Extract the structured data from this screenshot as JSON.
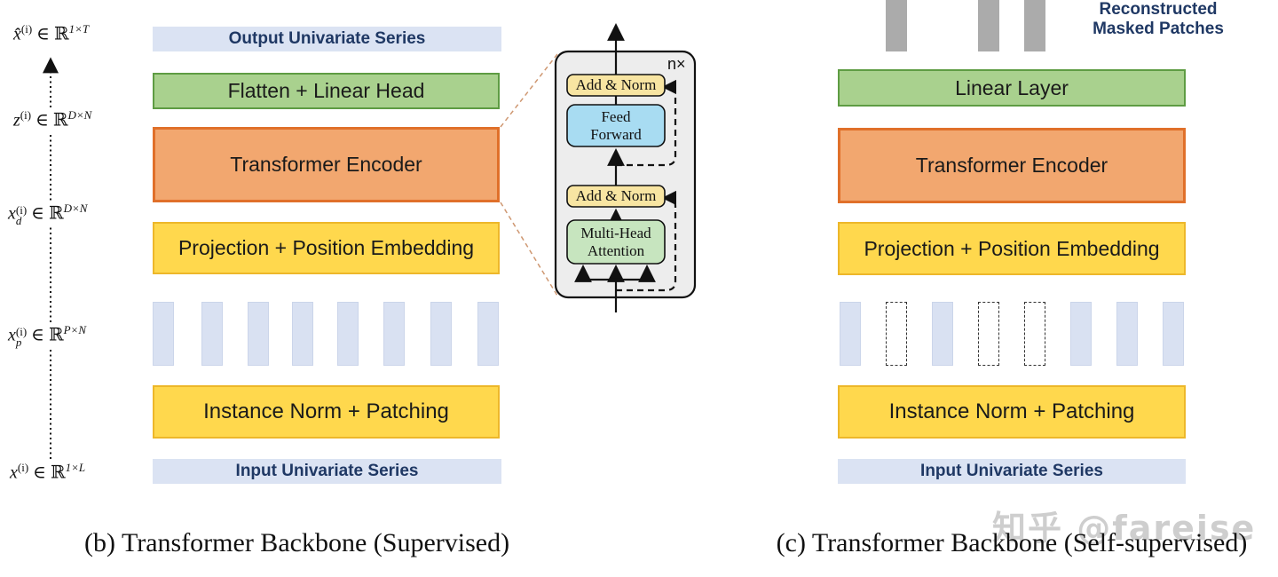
{
  "colors": {
    "lavender_fill": "#dbe3f3",
    "navy_text": "#1f3864",
    "green_fill": "#a9d18e",
    "green_border": "#5e9c43",
    "orange_fill": "#f2a76f",
    "orange_border": "#e0702a",
    "yellow_fill": "#ffd84d",
    "yellow_border": "#edb72a",
    "patch_fill": "#d9e1f2",
    "gray_bar": "#ababab",
    "detail_box_fill": "#ededed",
    "add_norm_fill": "#f8e5a2",
    "feed_forward_fill": "#a8dcf2",
    "attention_fill": "#c7e5bf",
    "watermark_gray": "#c6c6c6",
    "zoom_line": "#cf9872"
  },
  "left": {
    "caption": "(b) Transformer Backbone (Supervised)",
    "math_labels": [
      {
        "v": "x̂",
        "i": "(i)",
        "d": "",
        "elem": "∈ ℝ",
        "dim": "1×T"
      },
      {
        "v": "z",
        "i": "(i)",
        "d": "",
        "elem": "∈ ℝ",
        "dim": "D×N"
      },
      {
        "v": "x",
        "i": "(i)",
        "d": "d",
        "elem": "∈ ℝ",
        "dim": "D×N"
      },
      {
        "v": "x",
        "i": "(i)",
        "d": "p",
        "elem": "∈ ℝ",
        "dim": "P×N"
      },
      {
        "v": "x",
        "i": "(i)",
        "d": "",
        "elem": "∈ ℝ",
        "dim": "1×L"
      }
    ],
    "boxes": {
      "output_series": "Output Univariate Series",
      "flatten": "Flatten + Linear Head",
      "encoder": "Transformer Encoder",
      "projection": "Projection + Position Embedding",
      "instance_norm": "Instance Norm + Patching",
      "input_series": "Input Univariate Series"
    },
    "patches": [
      "solid",
      "solid",
      "solid",
      "solid",
      "solid",
      "solid",
      "solid",
      "solid"
    ]
  },
  "encoder_detail": {
    "repeat_label": "n×",
    "add_norm_top": "Add & Norm",
    "feed_forward_line1": "Feed",
    "feed_forward_line2": "Forward",
    "add_norm_bottom": "Add & Norm",
    "attention_line1": "Multi-Head",
    "attention_line2": "Attention"
  },
  "right": {
    "caption": "(c) Transformer Backbone (Self-supervised)",
    "reconstructed_line1": "Reconstructed",
    "reconstructed_line2": "Masked Patches",
    "boxes": {
      "linear": "Linear Layer",
      "encoder": "Transformer Encoder",
      "projection": "Projection + Position Embedding",
      "instance_norm": "Instance Norm + Patching",
      "input_series": "Input Univariate Series"
    },
    "patches": [
      "solid",
      "masked",
      "solid",
      "masked",
      "masked",
      "solid",
      "solid",
      "solid"
    ]
  },
  "watermark": "知乎 @fareise"
}
